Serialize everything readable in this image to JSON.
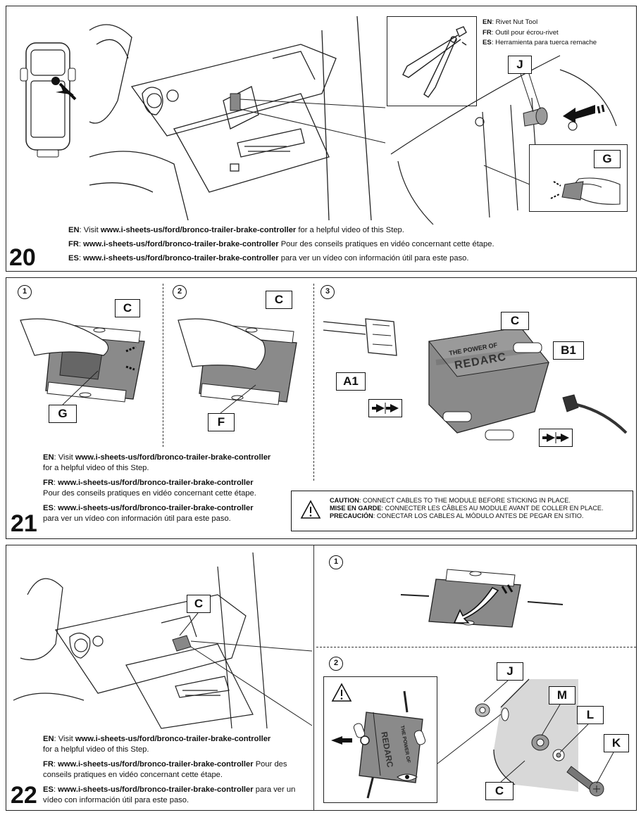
{
  "step20": {
    "number": "20",
    "tool": {
      "en_code": "EN",
      "en_text": "Rivet Nut Tool",
      "fr_code": "FR",
      "fr_text": "Outil pour écrou-rivet",
      "es_code": "ES",
      "es_text": "Herramienta para tuerca remache"
    },
    "labels": {
      "j": "J",
      "g": "G"
    },
    "text": {
      "en_code": "EN",
      "en_pre": "Visit ",
      "en_url": "www.i-sheets-us/ford/bronco-trailer-brake-controller",
      "en_post": " for a helpful video of this Step.",
      "fr_code": "FR",
      "fr_url": "www.i-sheets-us/ford/bronco-trailer-brake-controller",
      "fr_post": " Pour des conseils pratiques en vidéo concernant cette étape.",
      "es_code": "ES",
      "es_url": "www.i-sheets-us/ford/bronco-trailer-brake-controller",
      "es_post": " para ver un vídeo con información útil para este paso."
    }
  },
  "step21": {
    "number": "21",
    "substeps": [
      "1",
      "2",
      "3"
    ],
    "labels": {
      "c1": "C",
      "g": "G",
      "c2": "C",
      "f": "F",
      "c3": "C",
      "a1": "A1",
      "b1": "B1"
    },
    "module_text": [
      "THE POWER OF",
      "REDARC"
    ],
    "text": {
      "en_code": "EN",
      "en_pre": "Visit ",
      "en_url": "www.i-sheets-us/ford/bronco-trailer-brake-controller",
      "en_post": "for a helpful video of this Step.",
      "fr_code": "FR",
      "fr_url": "www.i-sheets-us/ford/bronco-trailer-brake-controller",
      "fr_post": "Pour des conseils pratiques en vidéo concernant cette étape.",
      "es_code": "ES",
      "es_url": "www.i-sheets-us/ford/bronco-trailer-brake-controller",
      "es_post": "para ver un vídeo con información útil para este paso."
    },
    "caution": {
      "en_head": "CAUTION",
      "en_text": ": CONNECT CABLES TO THE MODULE BEFORE STICKING IN PLACE.",
      "fr_head": "MISE EN GARDE",
      "fr_text": ": CONNECTER LES CÂBLES AU MODULE AVANT DE COLLER EN PLACE.",
      "es_head": "PRECAUCIÓN",
      "es_text": ": CONECTAR LOS CABLES AL MÓDULO ANTES DE PEGAR EN SITIO."
    }
  },
  "step22": {
    "number": "22",
    "substeps": [
      "1",
      "2"
    ],
    "labels": {
      "c_main": "C",
      "j": "J",
      "m": "M",
      "l": "L",
      "k": "K",
      "c_detail": "C"
    },
    "module_text": [
      "THE POWER OF",
      "REDARC"
    ],
    "text": {
      "en_code": "EN",
      "en_pre": "Visit ",
      "en_url": "www.i-sheets-us/ford/bronco-trailer-brake-controller",
      "en_post": "for a helpful video of this Step.",
      "fr_code": "FR",
      "fr_url": "www.i-sheets-us/ford/bronco-trailer-brake-controller",
      "fr_post": " Pour des conseils pratiques en vidéo concernant cette étape.",
      "es_code": "ES",
      "es_url": "www.i-sheets-us/ford/bronco-trailer-brake-controller",
      "es_post": " para ver un vídeo con información útil para este paso."
    }
  },
  "colors": {
    "line": "#222222",
    "module_fill": "#8a8a8a",
    "module_dark": "#555555",
    "shade": "#d8d8d8"
  }
}
